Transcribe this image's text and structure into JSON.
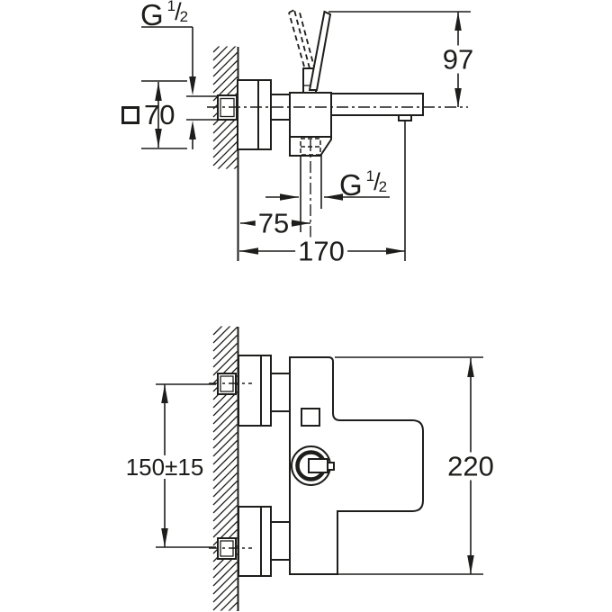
{
  "colors": {
    "line": "#1d1d1b",
    "background": "#ffffff"
  },
  "labels": {
    "g_top": {
      "g": "G",
      "num": "1",
      "slash": "/",
      "den": "2"
    },
    "g_mid": {
      "g": "G",
      "num": "1",
      "slash": "/",
      "den": "2"
    },
    "square70": "70",
    "dim97": "97",
    "dim75": "75",
    "dim170": "170",
    "dim150": "150±15",
    "dim220": "220"
  }
}
